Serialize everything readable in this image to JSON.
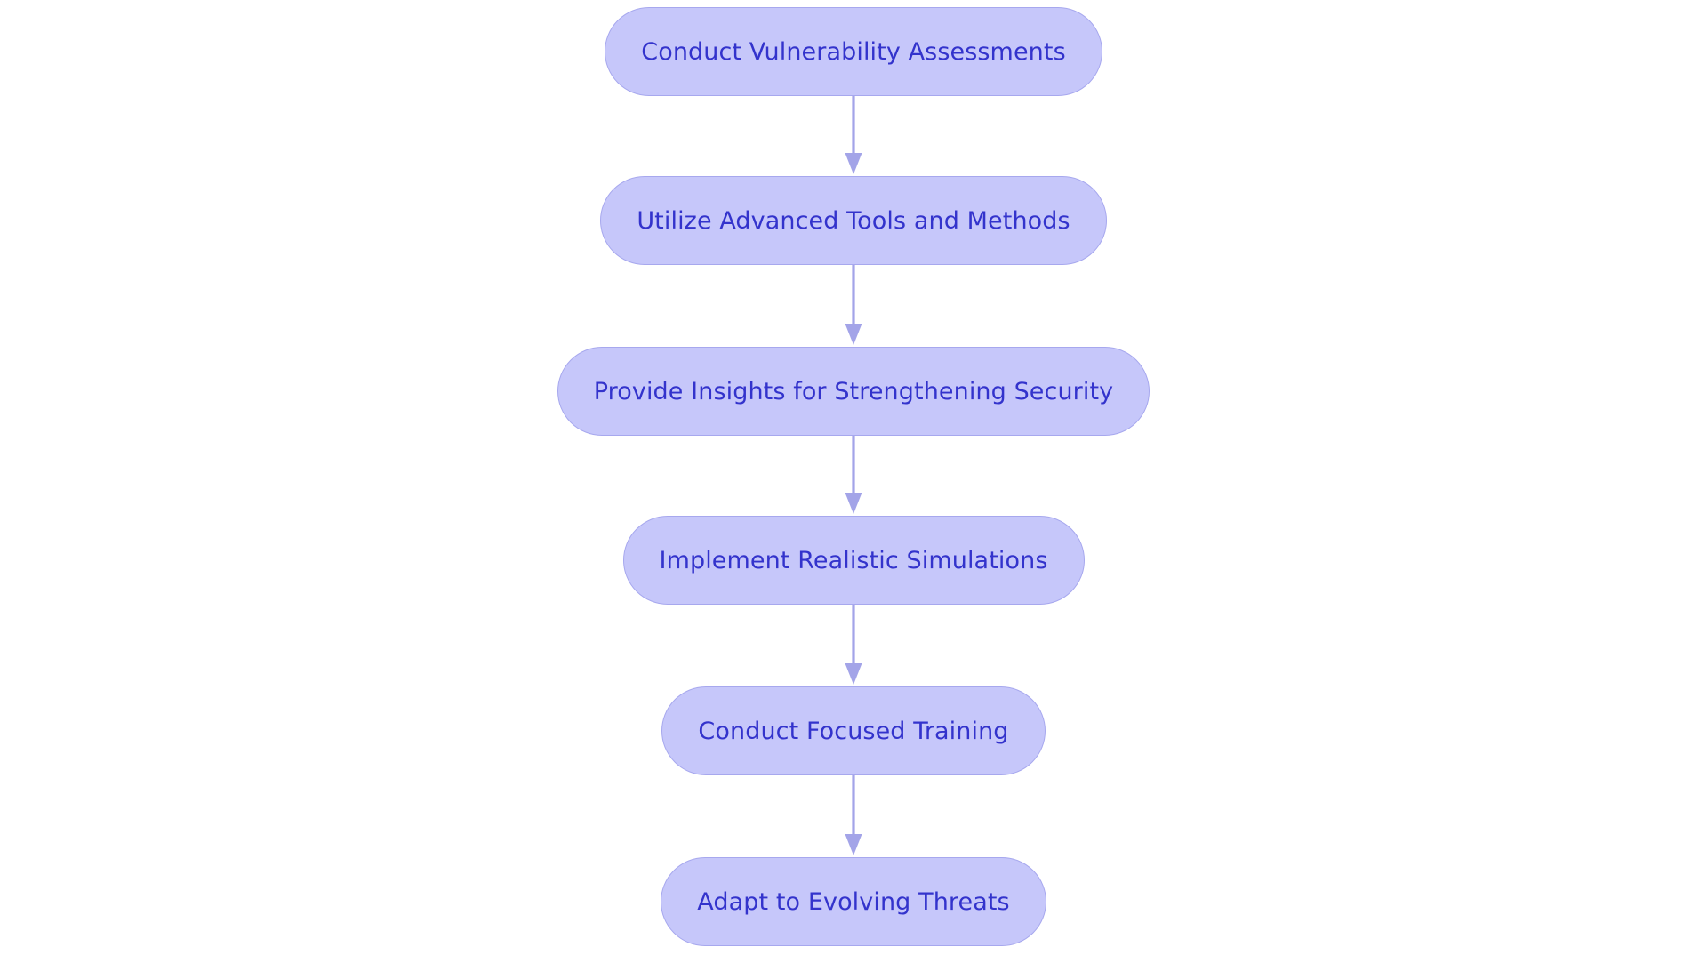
{
  "diagram": {
    "type": "flowchart",
    "orientation": "top-to-bottom",
    "background_color": "#ffffff",
    "node_fill_color": "#c6c7fa",
    "node_border_color": "#a7a8ee",
    "node_text_color": "#3333cc",
    "connector_color": "#a3a4e8",
    "node_count": 6,
    "connector_count": 5,
    "nodes": [
      {
        "id": "node-1",
        "label": "Conduct Vulnerability Assessments"
      },
      {
        "id": "node-2",
        "label": "Utilize Advanced Tools and Methods"
      },
      {
        "id": "node-3",
        "label": "Provide Insights for Strengthening Security"
      },
      {
        "id": "node-4",
        "label": "Implement Realistic Simulations"
      },
      {
        "id": "node-5",
        "label": "Conduct Focused Training"
      },
      {
        "id": "node-6",
        "label": "Adapt to Evolving Threats"
      }
    ],
    "connectors": [
      {
        "id": "arrow-1",
        "from": "node-1",
        "to": "node-2",
        "shape": "arrow-down"
      },
      {
        "id": "arrow-2",
        "from": "node-2",
        "to": "node-3",
        "shape": "arrow-down"
      },
      {
        "id": "arrow-3",
        "from": "node-3",
        "to": "node-4",
        "shape": "arrow-down"
      },
      {
        "id": "arrow-4",
        "from": "node-4",
        "to": "node-5",
        "shape": "arrow-down"
      },
      {
        "id": "arrow-5",
        "from": "node-5",
        "to": "node-6",
        "shape": "arrow-down"
      }
    ]
  }
}
